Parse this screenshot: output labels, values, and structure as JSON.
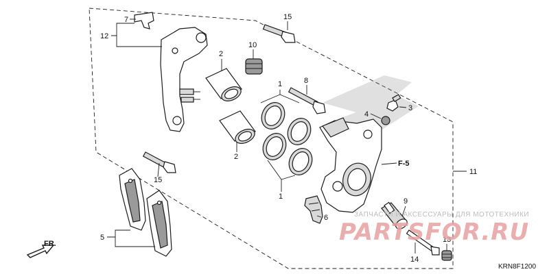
{
  "diagram": {
    "callouts": {
      "n1_top": "1",
      "n1_bottom": "1",
      "n2_top": "2",
      "n2_bottom": "2",
      "n3": "3",
      "n4": "4",
      "n5": "5",
      "n6": "6",
      "n7": "7",
      "n8": "8",
      "n9": "9",
      "n10": "10",
      "n11": "11",
      "n12": "12",
      "n13": "13",
      "n14": "14",
      "n15_top": "15",
      "n15_bottom": "15"
    },
    "ref_mark": "F-5",
    "direction_label": "FR.",
    "diagram_code": "KRN8F1200"
  },
  "watermark": {
    "tagline": "ЗАПЧАСТИ И АКСЕССУАРЫ ДЛЯ МОТОТЕХНИКИ",
    "brand": "PARTSFOR.RU"
  },
  "colors": {
    "line": "#1a1a1a",
    "watermark_brand": "#e7a0a0",
    "watermark_text": "#bcbcbc"
  }
}
